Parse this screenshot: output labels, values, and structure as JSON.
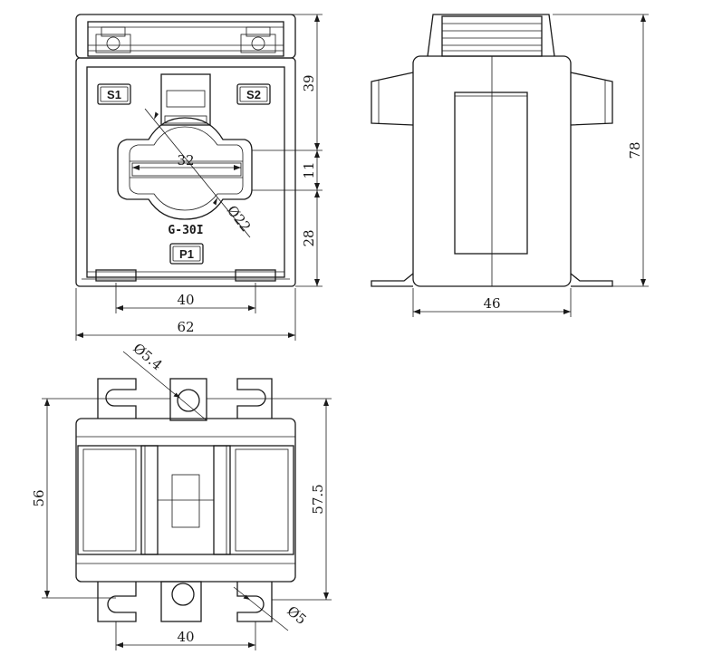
{
  "terminals": {
    "s1": "S1",
    "s2": "S2",
    "p1": "P1"
  },
  "model": "G-30I",
  "front_view": {
    "window_width": "32",
    "window_diameter": "Ø22",
    "base_width": "40",
    "overall_width": "62",
    "top_height": "39",
    "window_height": "11",
    "bottom_height": "28"
  },
  "side_view": {
    "width": "46",
    "height": "78"
  },
  "bottom_view": {
    "hole_small": "Ø5.4",
    "hole_mount": "Ø5",
    "inner_height": "56",
    "outer_height": "57.5",
    "slot_spacing": "40"
  }
}
